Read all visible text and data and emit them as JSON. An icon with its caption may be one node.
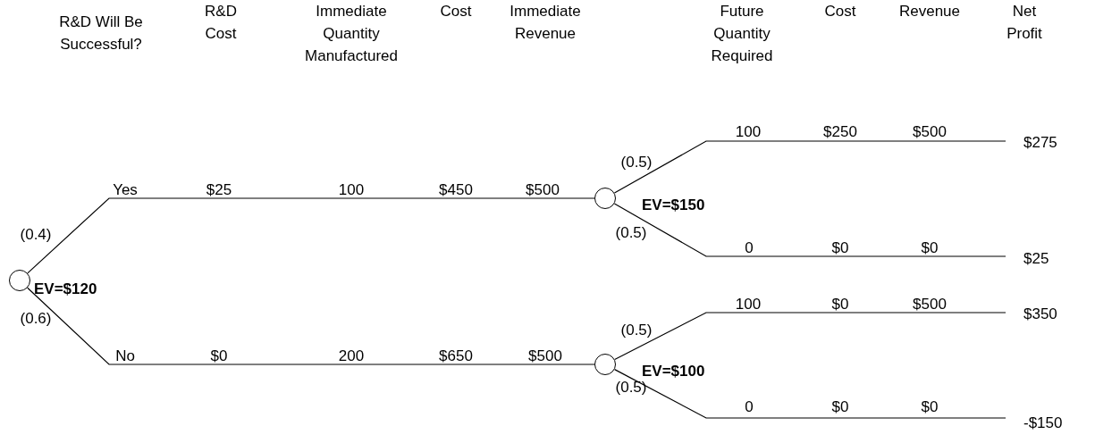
{
  "diagram": {
    "nodes": [
      {
        "text": [],
        "shape": "circle",
        "beside": [
          "EV=$120"
        ]
      },
      {
        "text": [],
        "shape": "circle",
        "beside": [
          "EV=$150"
        ]
      },
      {
        "text": [],
        "shape": "circle",
        "beside": [
          "EV=$100"
        ]
      },
      {
        "text": [
          "$275"
        ]
      },
      {
        "text": [
          "$25"
        ]
      },
      {
        "text": [
          "$350"
        ]
      },
      {
        "text": [
          "-$150"
        ]
      }
    ],
    "edges": [
      {
        "from": 0,
        "to": 1,
        "arrow": "none",
        "label": "(0.4)"
      },
      {
        "from": 0,
        "to": 2,
        "arrow": "none",
        "label": "(0.6)"
      },
      {
        "from": 1,
        "to": 3,
        "arrow": "none",
        "label": "(0.5)"
      },
      {
        "from": 1,
        "to": 4,
        "arrow": "none",
        "label": "(0.5)"
      },
      {
        "from": 2,
        "to": 5,
        "arrow": "none",
        "label": "(0.5)"
      },
      {
        "from": 2,
        "to": 6,
        "arrow": "none",
        "label": "(0.5)"
      }
    ],
    "labels": [
      "R&D Will Be Successful?",
      "R&D Cost",
      "Immediate Quantity Manufactured",
      "Cost",
      "Immediate Revenue",
      "Future Quantity Required",
      "Cost",
      "Revenue",
      "Net Profit",
      "100",
      "$250",
      "$500",
      "Yes",
      "$25",
      "100",
      "$450",
      "$500",
      "0",
      "$0",
      "$0",
      "100",
      "$0",
      "$500",
      "No",
      "$0",
      "200",
      "$650",
      "$500",
      "0",
      "$0",
      "$0"
    ]
  }
}
